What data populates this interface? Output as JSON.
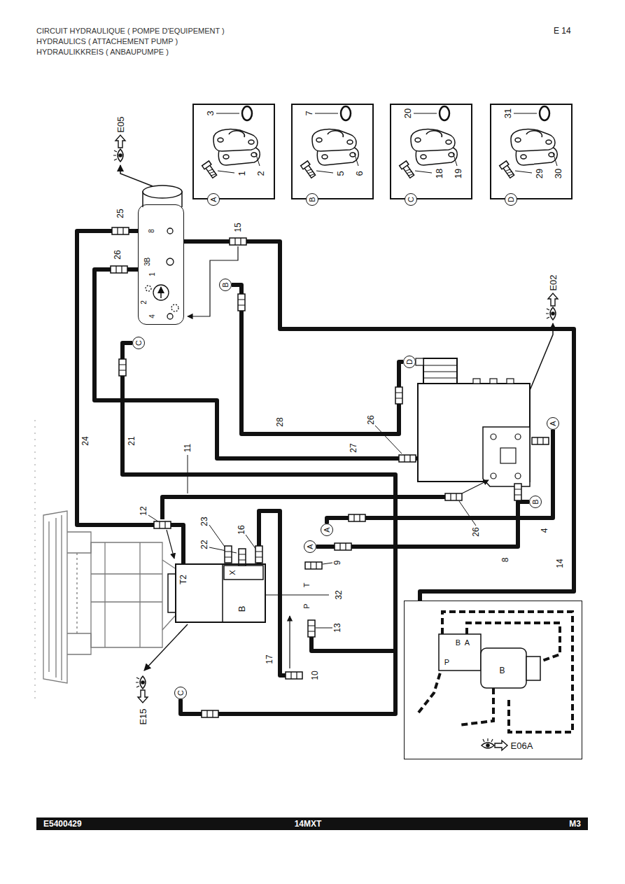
{
  "diagram": {
    "title": "CIRCUIT HYDRAULIQUE ( POMPE D'EQUIPEMENT )",
    "nodes": [
      {
        "text": [
          "3",
          "1",
          "2"
        ]
      },
      {
        "text": [
          "A"
        ],
        "in": 0
      },
      {
        "text": [
          "7",
          "5",
          "6"
        ]
      },
      {
        "text": [
          "B"
        ],
        "in": 2
      },
      {
        "text": [
          "20",
          "18",
          "19"
        ]
      },
      {
        "text": [
          "C"
        ],
        "in": 4
      },
      {
        "text": [
          "31",
          "29",
          "30"
        ]
      },
      {
        "text": [
          "D"
        ],
        "in": 6
      },
      {
        "text": [
          "8",
          "3B",
          "1",
          "2",
          "4"
        ]
      },
      {
        "text": [
          "B"
        ]
      },
      {
        "text": [
          "C"
        ]
      },
      {
        "text": [
          "D"
        ]
      },
      {
        "text": [
          "A"
        ]
      },
      {
        "text": [
          "B"
        ]
      },
      {
        "text": [
          "A"
        ]
      },
      {
        "text": [
          "A"
        ]
      },
      {
        "text": [
          "T2",
          "X",
          "B"
        ]
      },
      {
        "text": [
          "C"
        ]
      },
      {
        "text": [
          "B",
          "A",
          "P",
          "B",
          "E06A"
        ]
      },
      {
        "text": [
          "E5400429",
          "14MXT",
          "M3"
        ]
      }
    ],
    "edges": [
      {
        "from": 8,
        "to": 16,
        "label": "24",
        "arrow": "none"
      },
      {
        "from": 10,
        "to": 17,
        "label": "21",
        "arrow": "none"
      },
      {
        "from": 9,
        "to": 11,
        "label": "28",
        "arrow": "none"
      },
      {
        "from": 12,
        "to": 14,
        "label": "4",
        "arrow": "none"
      },
      {
        "from": 13,
        "to": 15,
        "label": "8",
        "arrow": "none"
      },
      {
        "from": 8,
        "to": 18,
        "label": "14",
        "arrow": "none"
      }
    ],
    "labels": [
      "HYDRAULICS ( ATTACHEMENT PUMP )",
      "HYDRAULIKKREIS ( ANBAUPUMPE )",
      "E 14",
      "E05",
      "25",
      "26",
      "15",
      "E02",
      "27",
      "26",
      "11",
      "12",
      "23",
      "16",
      "22",
      "26",
      "9",
      "32",
      "13",
      "10",
      "17",
      "E15",
      "T",
      "P"
    ]
  }
}
